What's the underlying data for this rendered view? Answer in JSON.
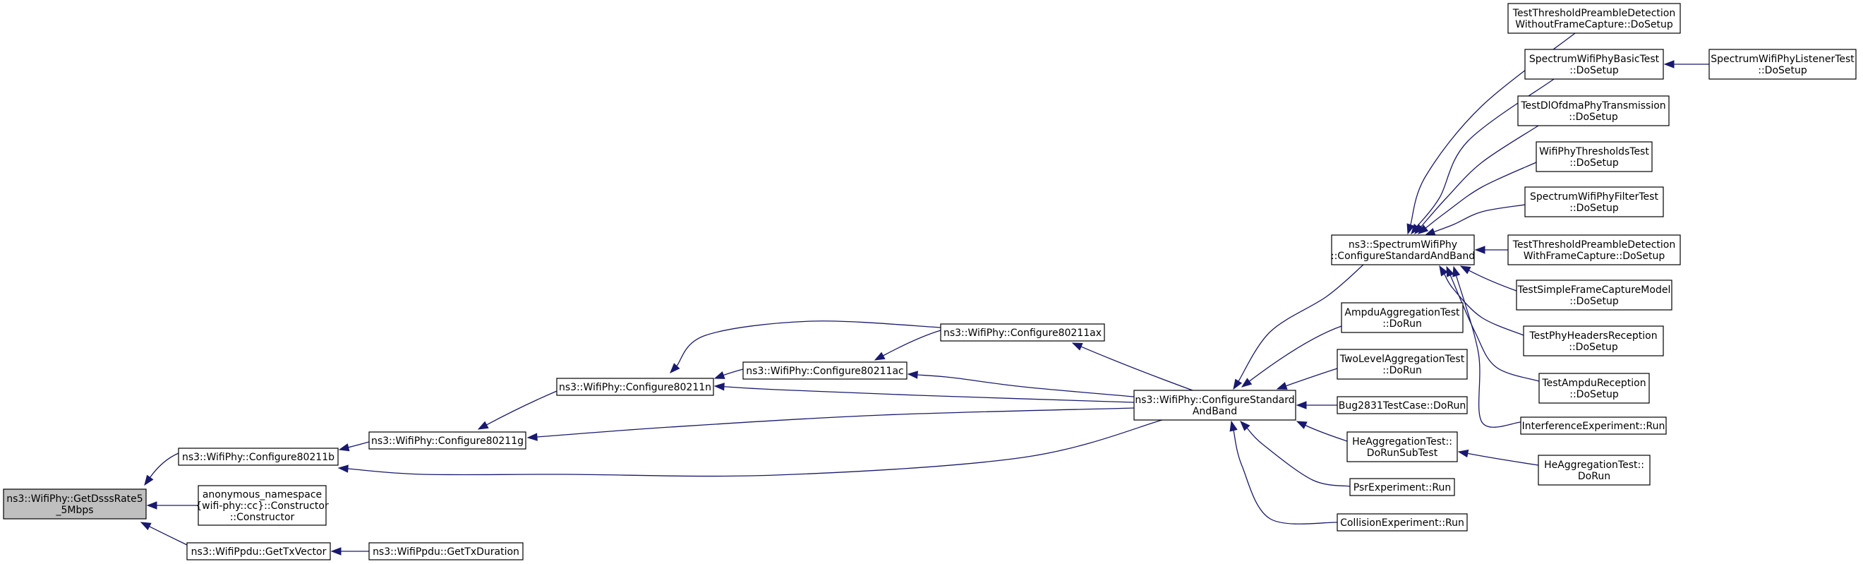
{
  "graph": {
    "nodes": [
      {
        "id": "root",
        "lines": [
          "ns3::WifiPhy::GetDsssRate5",
          "_5Mbps"
        ],
        "highlight": true
      },
      {
        "id": "c80211b",
        "lines": [
          "ns3::WifiPhy::Configure80211b"
        ]
      },
      {
        "id": "anon",
        "lines": [
          "anonymous_namespace",
          "{wifi-phy::cc}::Constructor",
          "::Constructor"
        ]
      },
      {
        "id": "txvector",
        "lines": [
          "ns3::WifiPpdu::GetTxVector"
        ]
      },
      {
        "id": "c80211g",
        "lines": [
          "ns3::WifiPhy::Configure80211g"
        ]
      },
      {
        "id": "txduration",
        "lines": [
          "ns3::WifiPpdu::GetTxDuration"
        ]
      },
      {
        "id": "c80211n",
        "lines": [
          "ns3::WifiPhy::Configure80211n"
        ]
      },
      {
        "id": "c80211ac",
        "lines": [
          "ns3::WifiPhy::Configure80211ac"
        ]
      },
      {
        "id": "c80211ax",
        "lines": [
          "ns3::WifiPhy::Configure80211ax"
        ]
      },
      {
        "id": "csab",
        "lines": [
          "ns3::WifiPhy::ConfigureStandard",
          "AndBand"
        ]
      },
      {
        "id": "scsab",
        "lines": [
          "ns3::SpectrumWifiPhy",
          "::ConfigureStandardAndBand"
        ]
      },
      {
        "id": "ampdu",
        "lines": [
          "AmpduAggregationTest",
          "::DoRun"
        ]
      },
      {
        "id": "twolevel",
        "lines": [
          "TwoLevelAggregationTest",
          "::DoRun"
        ]
      },
      {
        "id": "bug2831",
        "lines": [
          "Bug2831TestCase::DoRun"
        ]
      },
      {
        "id": "heaggsub",
        "lines": [
          "HeAggregationTest::",
          "DoRunSubTest"
        ]
      },
      {
        "id": "psr",
        "lines": [
          "PsrExperiment::Run"
        ]
      },
      {
        "id": "collision",
        "lines": [
          "CollisionExperiment::Run"
        ]
      },
      {
        "id": "heaggrun",
        "lines": [
          "HeAggregationTest::",
          "DoRun"
        ]
      },
      {
        "id": "ttpdwofc",
        "lines": [
          "TestThresholdPreambleDetection",
          "WithoutFrameCapture::DoSetup"
        ]
      },
      {
        "id": "swpbasic",
        "lines": [
          "SpectrumWifiPhyBasicTest",
          "::DoSetup"
        ]
      },
      {
        "id": "swplistener",
        "lines": [
          "SpectrumWifiPhyListenerTest",
          "::DoSetup"
        ]
      },
      {
        "id": "dlofdma",
        "lines": [
          "TestDlOfdmaPhyTransmission",
          "::DoSetup"
        ]
      },
      {
        "id": "wpthresh",
        "lines": [
          "WifiPhyThresholdsTest",
          "::DoSetup"
        ]
      },
      {
        "id": "swpfilter",
        "lines": [
          "SpectrumWifiPhyFilterTest",
          "::DoSetup"
        ]
      },
      {
        "id": "ttpdwfc",
        "lines": [
          "TestThresholdPreambleDetection",
          "WithFrameCapture::DoSetup"
        ]
      },
      {
        "id": "simplefc",
        "lines": [
          "TestSimpleFrameCaptureModel",
          "::DoSetup"
        ]
      },
      {
        "id": "phyheaders",
        "lines": [
          "TestPhyHeadersReception",
          "::DoSetup"
        ]
      },
      {
        "id": "ampdurecep",
        "lines": [
          "TestAmpduReception",
          "::DoSetup"
        ]
      },
      {
        "id": "interference",
        "lines": [
          "InterferenceExperiment::Run"
        ]
      }
    ],
    "edges": [
      {
        "from": "c80211b",
        "to": "root"
      },
      {
        "from": "anon",
        "to": "root"
      },
      {
        "from": "txvector",
        "to": "root"
      },
      {
        "from": "c80211g",
        "to": "c80211b"
      },
      {
        "from": "csab",
        "to": "c80211b"
      },
      {
        "from": "txduration",
        "to": "txvector"
      },
      {
        "from": "c80211n",
        "to": "c80211g"
      },
      {
        "from": "csab",
        "to": "c80211g"
      },
      {
        "from": "c80211ac",
        "to": "c80211n"
      },
      {
        "from": "c80211ax",
        "to": "c80211n"
      },
      {
        "from": "csab",
        "to": "c80211n"
      },
      {
        "from": "c80211ax",
        "to": "c80211ac"
      },
      {
        "from": "csab",
        "to": "c80211ac"
      },
      {
        "from": "csab",
        "to": "c80211ax"
      },
      {
        "from": "scsab",
        "to": "csab"
      },
      {
        "from": "ampdu",
        "to": "csab"
      },
      {
        "from": "twolevel",
        "to": "csab"
      },
      {
        "from": "bug2831",
        "to": "csab"
      },
      {
        "from": "heaggsub",
        "to": "csab"
      },
      {
        "from": "psr",
        "to": "csab"
      },
      {
        "from": "collision",
        "to": "csab"
      },
      {
        "from": "heaggrun",
        "to": "heaggsub"
      },
      {
        "from": "ttpdwofc",
        "to": "scsab"
      },
      {
        "from": "swpbasic",
        "to": "scsab"
      },
      {
        "from": "swplistener",
        "to": "swpbasic"
      },
      {
        "from": "dlofdma",
        "to": "scsab"
      },
      {
        "from": "wpthresh",
        "to": "scsab"
      },
      {
        "from": "swpfilter",
        "to": "scsab"
      },
      {
        "from": "ttpdwfc",
        "to": "scsab"
      },
      {
        "from": "simplefc",
        "to": "scsab"
      },
      {
        "from": "phyheaders",
        "to": "scsab"
      },
      {
        "from": "ampdurecep",
        "to": "scsab"
      },
      {
        "from": "interference",
        "to": "scsab"
      }
    ],
    "colors": {
      "edge": "#191970",
      "root_fill": "#bfbfbf",
      "node_fill": "#ffffff",
      "border": "#000000"
    }
  }
}
